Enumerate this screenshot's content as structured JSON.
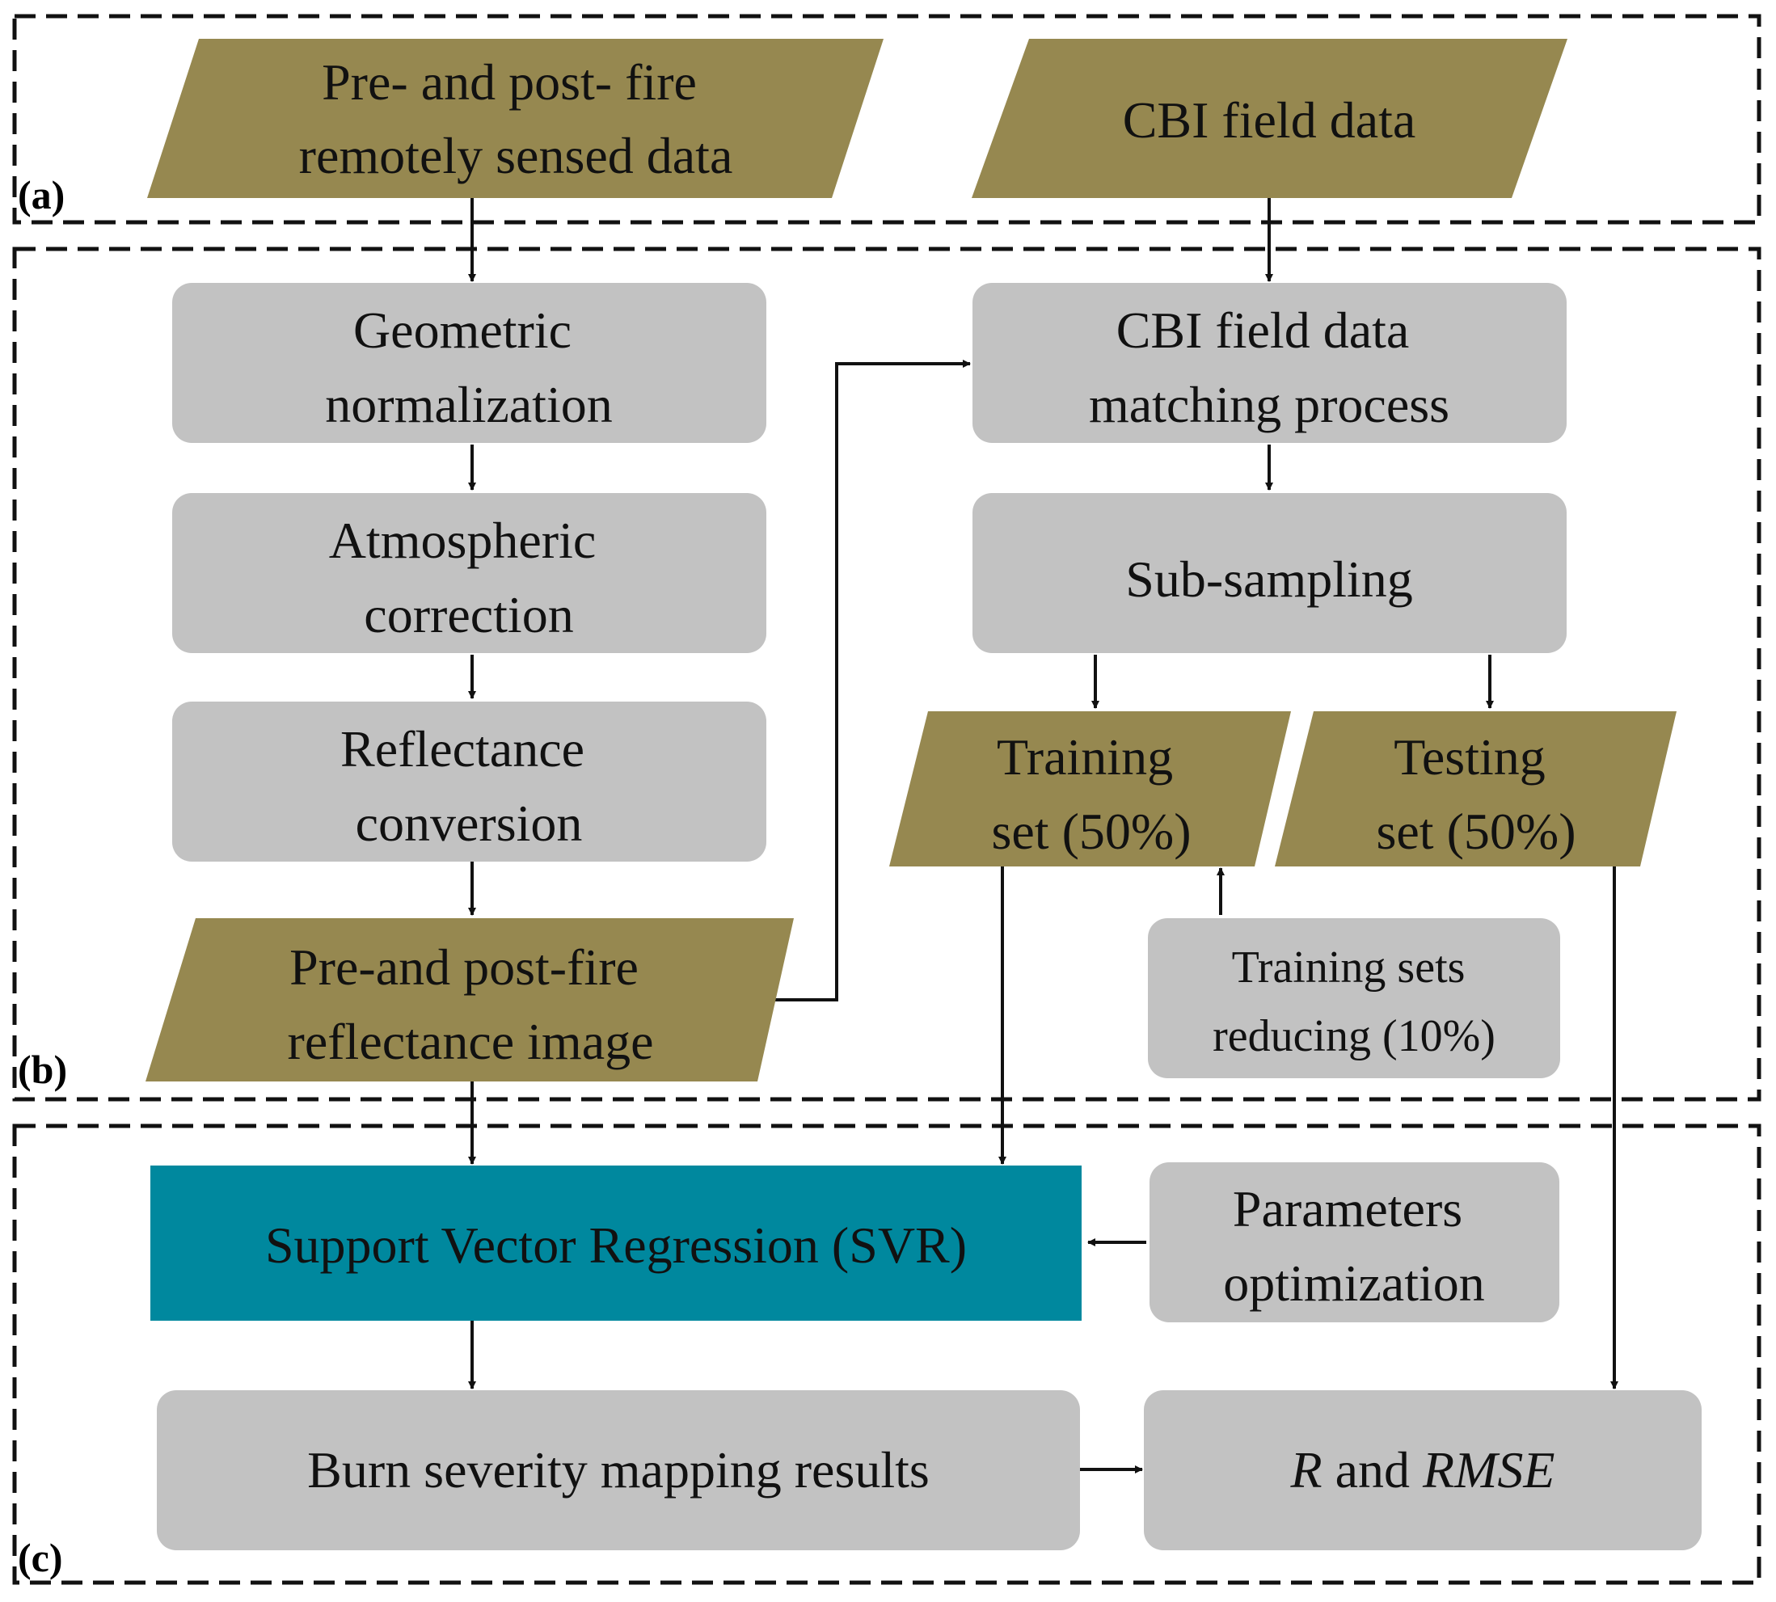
{
  "sections": {
    "a": "(a)",
    "b": "(b)",
    "c": "(c)"
  },
  "colors": {
    "data_node": "#968850",
    "process_node": "#c2c2c2",
    "model_node": "#00889e",
    "stroke": "#111111",
    "text": "#111111"
  },
  "nodes": {
    "remote_data": [
      "Pre- and post- fire",
      "remotely sensed data"
    ],
    "cbi_data": [
      "CBI field data"
    ],
    "geometric": [
      "Geometric",
      "normalization"
    ],
    "atmospheric": [
      "Atmospheric",
      "correction"
    ],
    "reflectance_conv": [
      "Reflectance",
      "conversion"
    ],
    "reflectance_image": [
      "Pre-and post-fire",
      "reflectance image"
    ],
    "cbi_matching": [
      "CBI field data",
      "matching process"
    ],
    "subsampling": [
      "Sub-sampling"
    ],
    "training_set": [
      "Training",
      "set (50%)"
    ],
    "testing_set": [
      "Testing",
      "set (50%)"
    ],
    "training_reduce": [
      "Training sets",
      "reducing (10%)"
    ],
    "svr": [
      "Support Vector Regression (SVR)"
    ],
    "params": [
      "Parameters",
      "optimization"
    ],
    "burn_results": [
      "Burn severity mapping results"
    ],
    "metrics": {
      "r": "R",
      "and": " and ",
      "rmse": "RMSE"
    }
  }
}
